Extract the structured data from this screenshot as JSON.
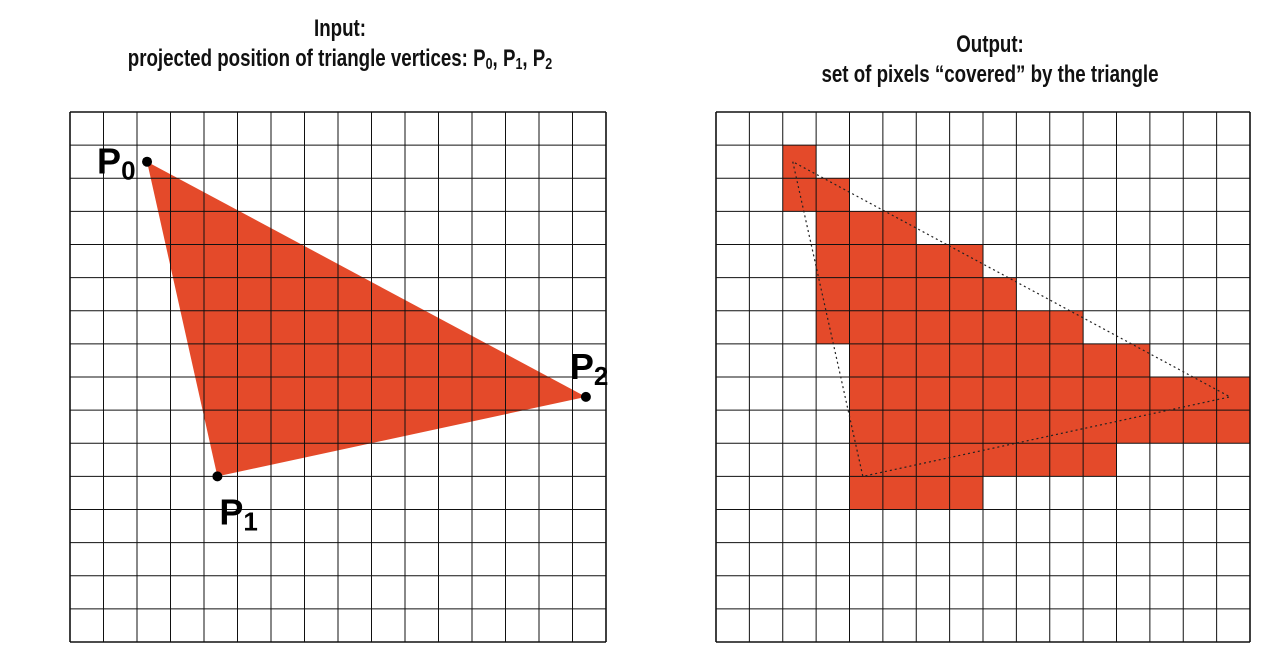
{
  "input": {
    "heading": "Input:",
    "subheading": "projected position of triangle vertices: P",
    "subheading_parts": {
      "sub0": "0",
      "sep1": ", P",
      "sub1": "1",
      "sep2": ", P",
      "sub2": "2"
    }
  },
  "output": {
    "heading": "Output:",
    "subheading": "set of pixels “covered” by the triangle"
  },
  "grid": {
    "columns": 16,
    "rows": 16
  },
  "vertices": [
    {
      "label": "P",
      "index": "0",
      "gx": 2.3,
      "gy": 1.5
    },
    {
      "label": "P",
      "index": "1",
      "gx": 4.4,
      "gy": 11.0
    },
    {
      "label": "P",
      "index": "2",
      "gx": 15.4,
      "gy": 8.6
    }
  ],
  "covered_pixels": [
    [
      2,
      1
    ],
    [
      2,
      2
    ],
    [
      3,
      2
    ],
    [
      3,
      3
    ],
    [
      4,
      3
    ],
    [
      5,
      3
    ],
    [
      3,
      4
    ],
    [
      4,
      4
    ],
    [
      5,
      4
    ],
    [
      6,
      4
    ],
    [
      7,
      4
    ],
    [
      3,
      5
    ],
    [
      4,
      5
    ],
    [
      5,
      5
    ],
    [
      6,
      5
    ],
    [
      7,
      5
    ],
    [
      8,
      5
    ],
    [
      3,
      6
    ],
    [
      4,
      6
    ],
    [
      5,
      6
    ],
    [
      6,
      6
    ],
    [
      7,
      6
    ],
    [
      8,
      6
    ],
    [
      9,
      6
    ],
    [
      10,
      6
    ],
    [
      4,
      7
    ],
    [
      5,
      7
    ],
    [
      6,
      7
    ],
    [
      7,
      7
    ],
    [
      8,
      7
    ],
    [
      9,
      7
    ],
    [
      10,
      7
    ],
    [
      11,
      7
    ],
    [
      12,
      7
    ],
    [
      4,
      8
    ],
    [
      5,
      8
    ],
    [
      6,
      8
    ],
    [
      7,
      8
    ],
    [
      8,
      8
    ],
    [
      9,
      8
    ],
    [
      10,
      8
    ],
    [
      11,
      8
    ],
    [
      12,
      8
    ],
    [
      13,
      8
    ],
    [
      14,
      8
    ],
    [
      15,
      8
    ],
    [
      4,
      9
    ],
    [
      5,
      9
    ],
    [
      6,
      9
    ],
    [
      7,
      9
    ],
    [
      8,
      9
    ],
    [
      9,
      9
    ],
    [
      10,
      9
    ],
    [
      11,
      9
    ],
    [
      12,
      9
    ],
    [
      13,
      9
    ],
    [
      14,
      9
    ],
    [
      15,
      9
    ],
    [
      4,
      10
    ],
    [
      5,
      10
    ],
    [
      6,
      10
    ],
    [
      7,
      10
    ],
    [
      8,
      10
    ],
    [
      9,
      10
    ],
    [
      10,
      10
    ],
    [
      11,
      10
    ],
    [
      4,
      11
    ],
    [
      5,
      11
    ],
    [
      6,
      11
    ],
    [
      7,
      11
    ]
  ],
  "colors": {
    "fill": "#e44a2a",
    "grid": "#111111",
    "background": "#ffffff"
  }
}
